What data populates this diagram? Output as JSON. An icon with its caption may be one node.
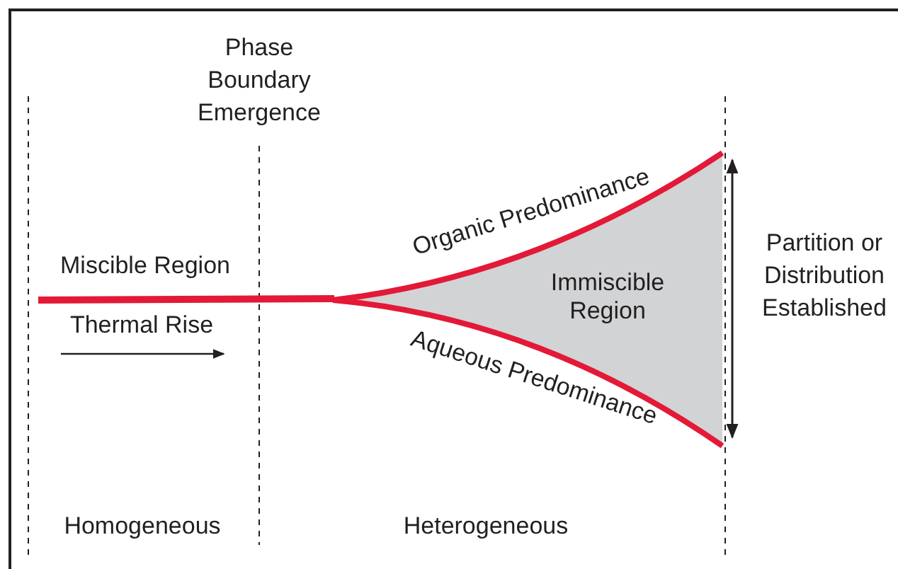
{
  "diagram": {
    "nodes": [
      {
        "text": [
          "Immiscible Region"
        ]
      }
    ],
    "labels": [
      "Phase Boundary Emergence",
      "Organic Predominance",
      "Miscible Region",
      "Partition or Distribution Established",
      "Thermal Rise",
      "Aqueous Predominance",
      "Homogeneous",
      "Heterogeneous"
    ]
  }
}
